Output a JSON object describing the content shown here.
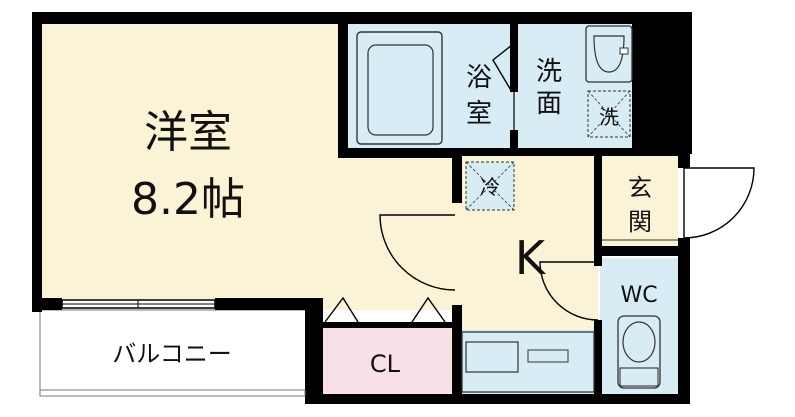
{
  "rooms": {
    "western_room": {
      "name": "洋室",
      "size": "8.2帖"
    },
    "bathroom": {
      "line1": "浴",
      "line2": "室"
    },
    "washroom": {
      "line1": "洗",
      "line2": "面"
    },
    "washer_space": "洗",
    "fridge_space": "冷",
    "kitchen": "K",
    "entrance": {
      "line1": "玄",
      "line2": "関"
    },
    "toilet": "WC",
    "closet": "CL",
    "balcony": "バルコニー"
  },
  "colors": {
    "wall": "#000000",
    "western_room_floor": "#fbf3d5",
    "kitchen_floor": "#fbf3d5",
    "wet_area_floor": "#d8ecf6",
    "closet_floor": "#f9e0e6",
    "entrance_floor": "#fbf3d5",
    "balcony_floor": "#ffffff"
  }
}
